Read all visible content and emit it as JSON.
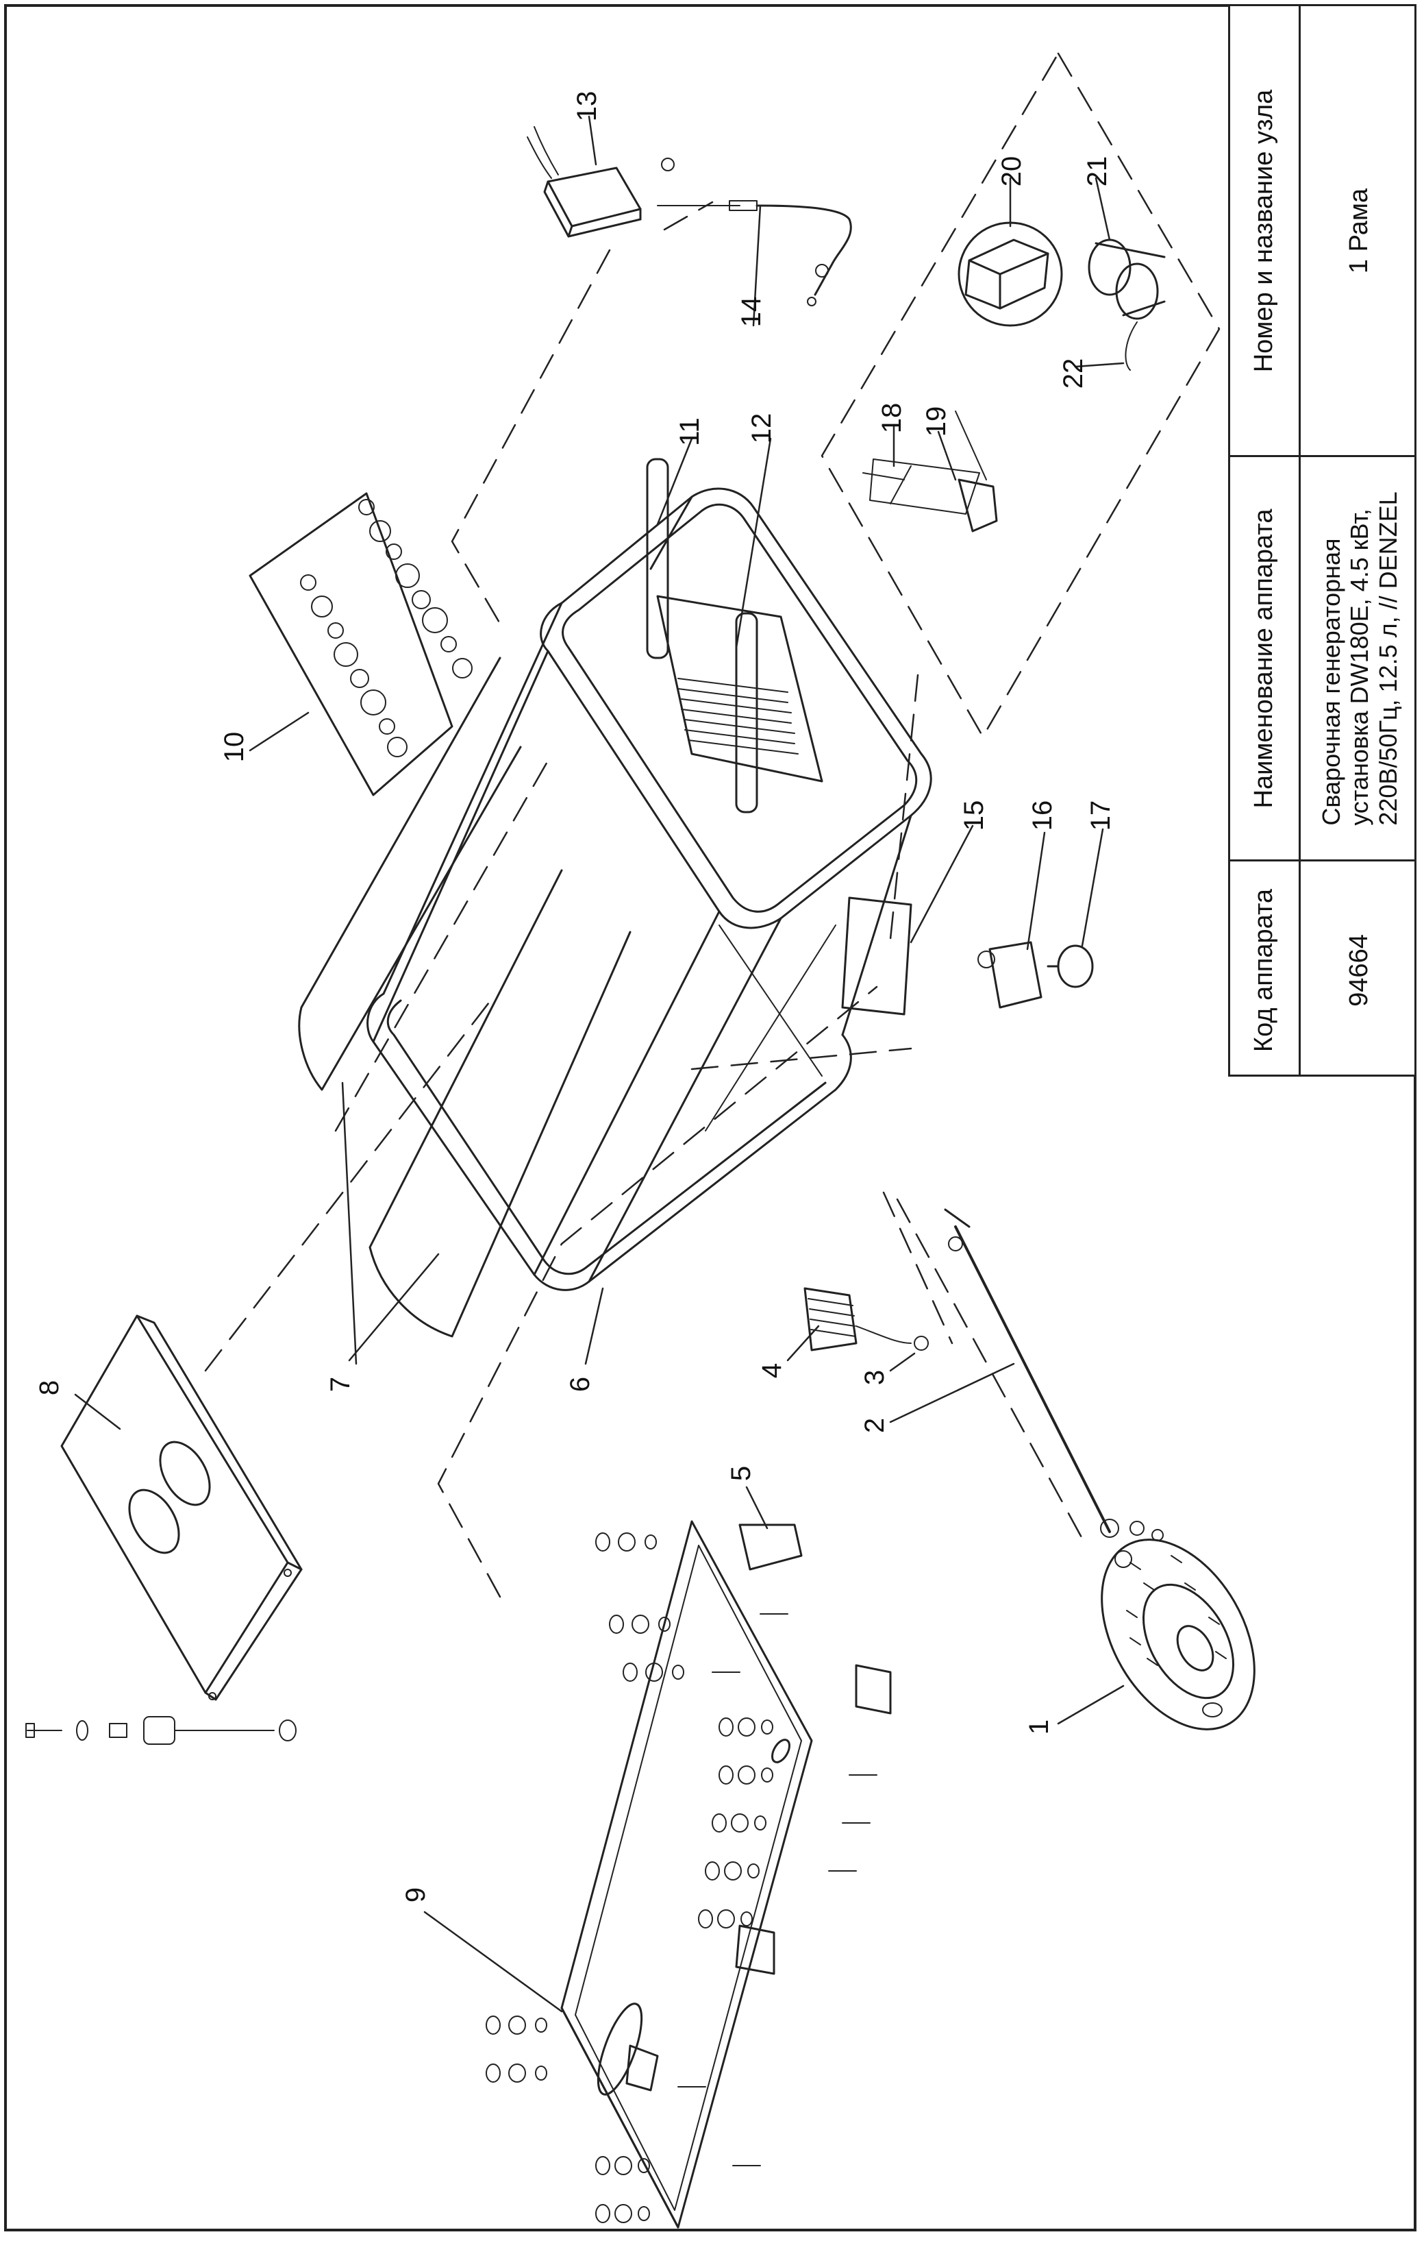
{
  "title_block": {
    "headers": {
      "code": "Код аппарата",
      "name": "Наименование аппарата",
      "unit": "Номер и название узла"
    },
    "values": {
      "code": "94664",
      "name_lines": [
        "Сварочная генераторная",
        "установка DW180E, 4.5 кВт,",
        "220В/50Гц, 12.5 л, // DENZEL"
      ],
      "unit": "1 Рама"
    }
  },
  "callouts": [
    "1",
    "2",
    "3",
    "4",
    "5",
    "6",
    "7",
    "8",
    "9",
    "10",
    "11",
    "12",
    "13",
    "14",
    "15",
    "16",
    "17",
    "18",
    "19",
    "20",
    "21",
    "22"
  ]
}
